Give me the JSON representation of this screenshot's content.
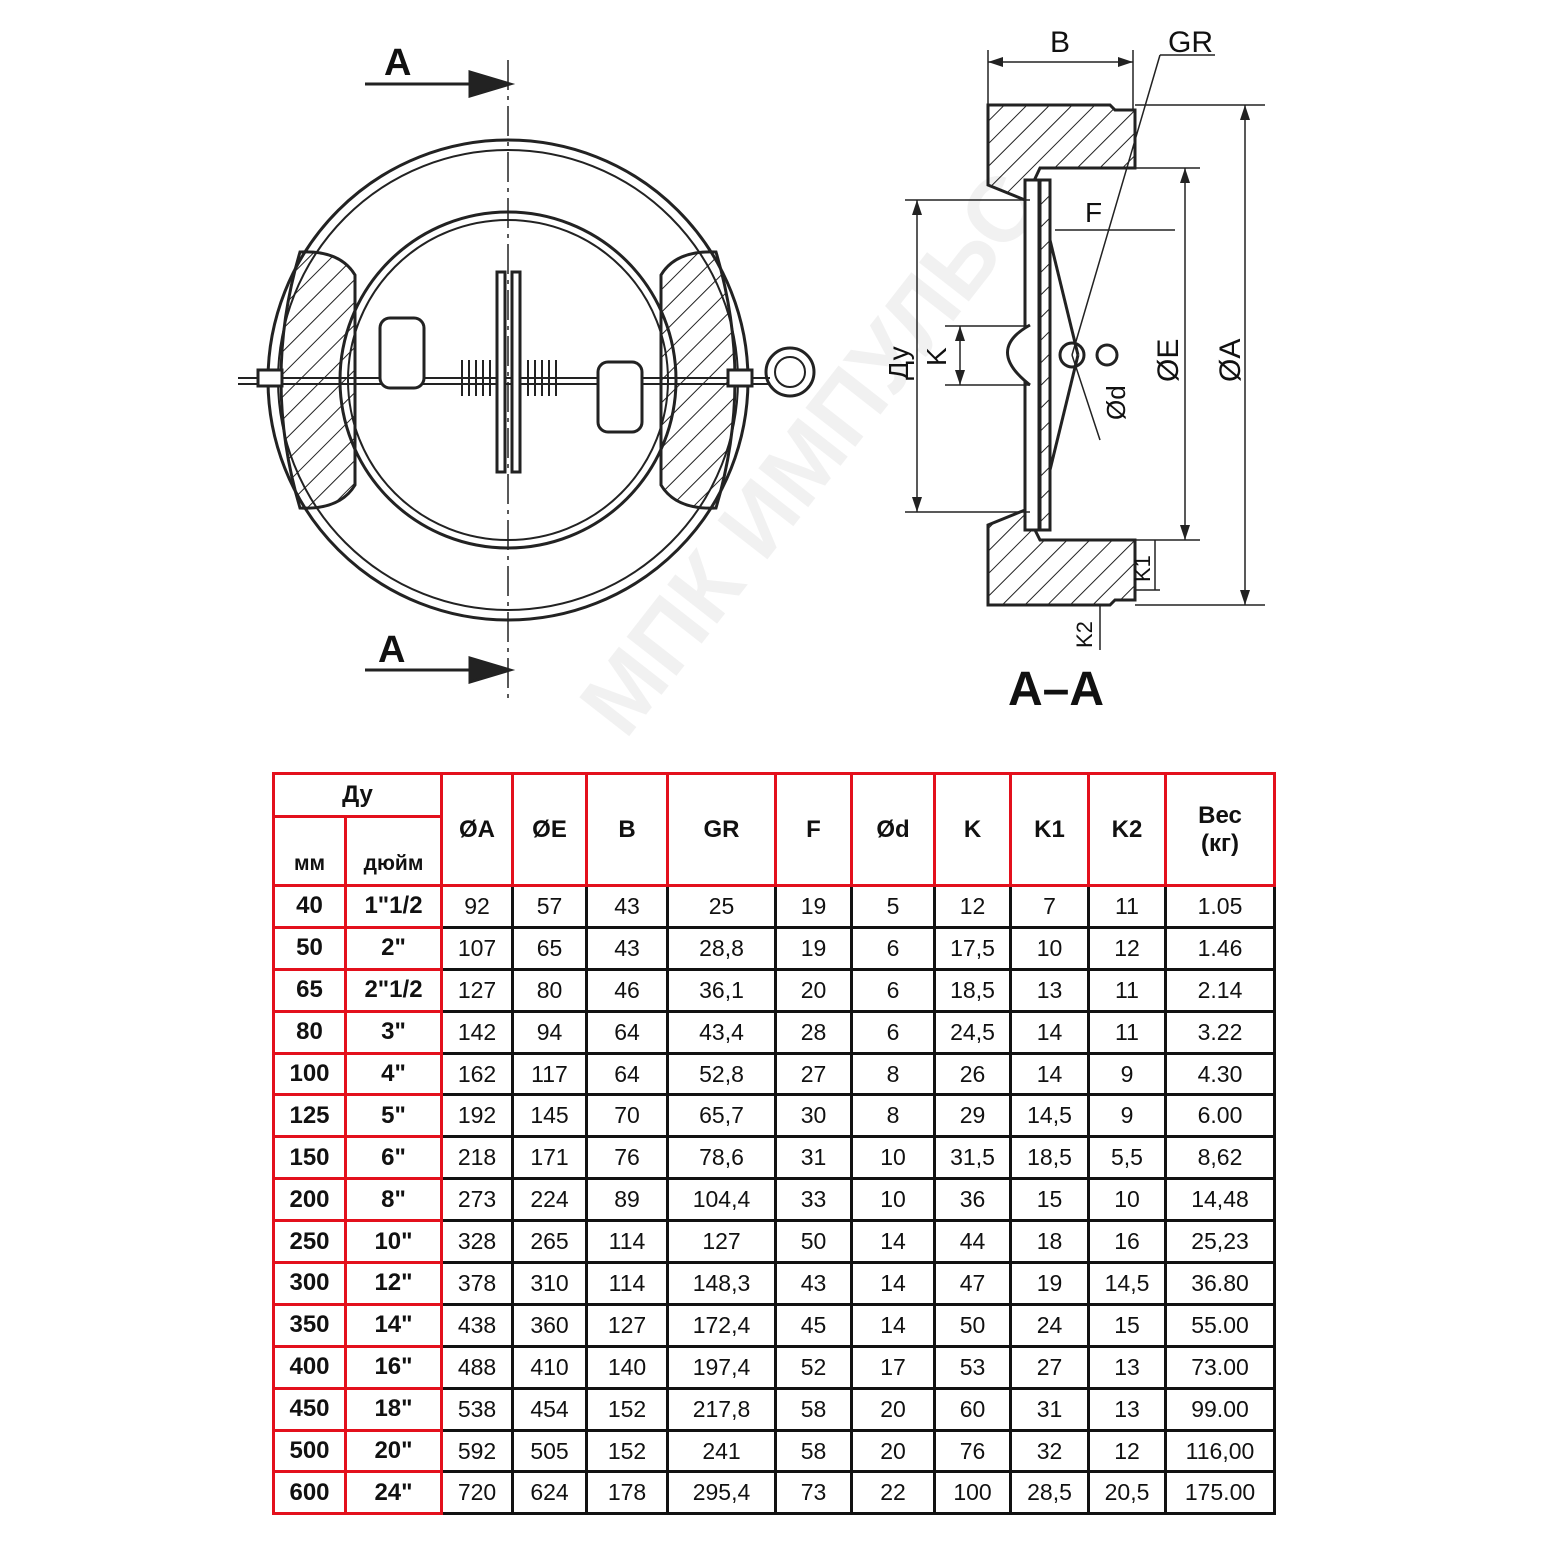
{
  "drawing": {
    "section_marks": [
      "A",
      "A"
    ],
    "section_title": "А–А",
    "dim_labels": [
      "B",
      "GR",
      "F",
      "Ду",
      "K",
      "ØE",
      "ØA",
      "Ød",
      "K1",
      "K2"
    ]
  },
  "watermark": "МПК ИМПУЛЬС",
  "table": {
    "group_header": "Ду",
    "sub_headers": [
      "мм",
      "дюйм"
    ],
    "columns": [
      "ØA",
      "ØE",
      "B",
      "GR",
      "F",
      "Ød",
      "K",
      "K1",
      "K2",
      "Вес (кг)"
    ],
    "rows": [
      [
        "40",
        "1\"1/2",
        "92",
        "57",
        "43",
        "25",
        "19",
        "5",
        "12",
        "7",
        "11",
        "1.05"
      ],
      [
        "50",
        "2\"",
        "107",
        "65",
        "43",
        "28,8",
        "19",
        "6",
        "17,5",
        "10",
        "12",
        "1.46"
      ],
      [
        "65",
        "2\"1/2",
        "127",
        "80",
        "46",
        "36,1",
        "20",
        "6",
        "18,5",
        "13",
        "11",
        "2.14"
      ],
      [
        "80",
        "3\"",
        "142",
        "94",
        "64",
        "43,4",
        "28",
        "6",
        "24,5",
        "14",
        "11",
        "3.22"
      ],
      [
        "100",
        "4\"",
        "162",
        "117",
        "64",
        "52,8",
        "27",
        "8",
        "26",
        "14",
        "9",
        "4.30"
      ],
      [
        "125",
        "5\"",
        "192",
        "145",
        "70",
        "65,7",
        "30",
        "8",
        "29",
        "14,5",
        "9",
        "6.00"
      ],
      [
        "150",
        "6\"",
        "218",
        "171",
        "76",
        "78,6",
        "31",
        "10",
        "31,5",
        "18,5",
        "5,5",
        "8,62"
      ],
      [
        "200",
        "8\"",
        "273",
        "224",
        "89",
        "104,4",
        "33",
        "10",
        "36",
        "15",
        "10",
        "14,48"
      ],
      [
        "250",
        "10\"",
        "328",
        "265",
        "114",
        "127",
        "50",
        "14",
        "44",
        "18",
        "16",
        "25,23"
      ],
      [
        "300",
        "12\"",
        "378",
        "310",
        "114",
        "148,3",
        "43",
        "14",
        "47",
        "19",
        "14,5",
        "36.80"
      ],
      [
        "350",
        "14\"",
        "438",
        "360",
        "127",
        "172,4",
        "45",
        "14",
        "50",
        "24",
        "15",
        "55.00"
      ],
      [
        "400",
        "16\"",
        "488",
        "410",
        "140",
        "197,4",
        "52",
        "17",
        "53",
        "27",
        "13",
        "73.00"
      ],
      [
        "450",
        "18\"",
        "538",
        "454",
        "152",
        "217,8",
        "58",
        "20",
        "60",
        "31",
        "13",
        "99.00"
      ],
      [
        "500",
        "20\"",
        "592",
        "505",
        "152",
        "241",
        "58",
        "20",
        "76",
        "32",
        "12",
        "116,00"
      ],
      [
        "600",
        "24\"",
        "720",
        "624",
        "178",
        "295,4",
        "73",
        "22",
        "100",
        "28,5",
        "20,5",
        "175.00"
      ]
    ]
  }
}
